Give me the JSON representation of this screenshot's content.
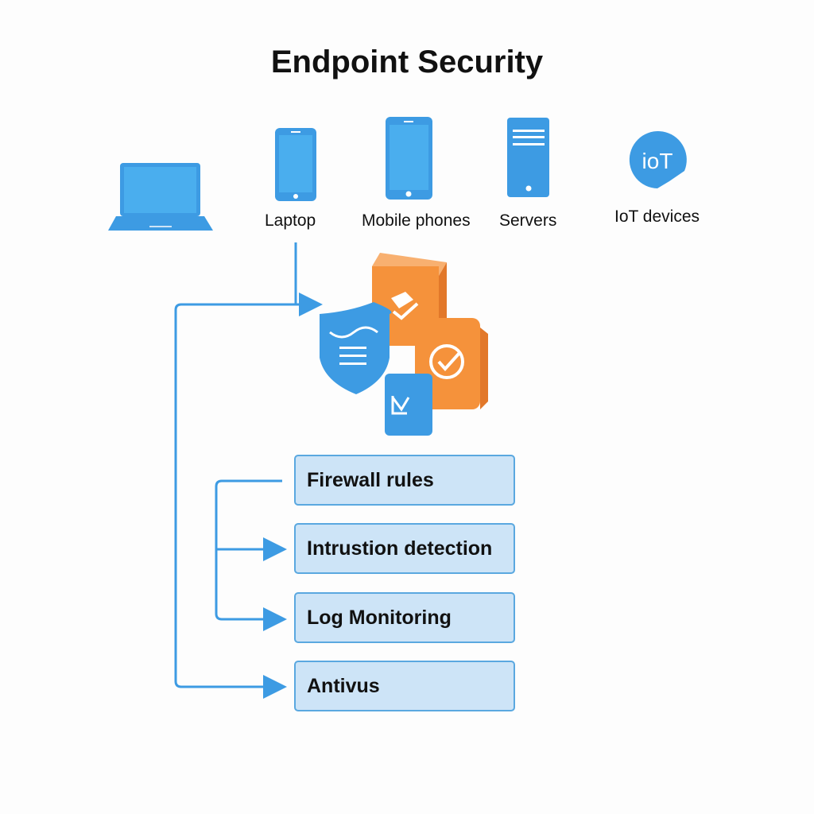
{
  "title": "Endpoint Security",
  "colors": {
    "primary_blue": "#3d9be3",
    "box_fill": "#cde4f7",
    "accent_orange": "#f5923b"
  },
  "devices": [
    {
      "icon": "laptop-icon",
      "label": ""
    },
    {
      "icon": "smartphone-icon",
      "label": "Laptop"
    },
    {
      "icon": "tablet-icon",
      "label": "Mobile phones"
    },
    {
      "icon": "server-icon",
      "label": "Servers"
    },
    {
      "icon": "iot-icon",
      "label": "IoT devices",
      "icon_text": "ioT"
    }
  ],
  "center_graphic": {
    "icons": [
      "shield-icon",
      "document-check-icon",
      "checkmark-circle-icon",
      "mail-block-icon"
    ]
  },
  "protections": [
    {
      "label": "Firewall rules"
    },
    {
      "label": "Intrustion detection"
    },
    {
      "label": "Log Monitoring"
    },
    {
      "label": "Antivus"
    }
  ]
}
